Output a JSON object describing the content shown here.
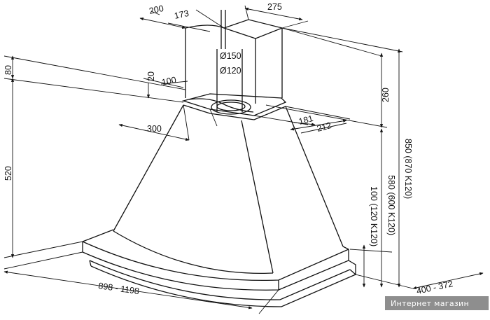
{
  "drawing": {
    "dimensions": {
      "chimney_depth_top": "200",
      "chimney_inner": "173",
      "chimney_width": "275",
      "duct_outer": "Ø150",
      "duct_inner": "Ø120",
      "top_offset": "80",
      "bracket_height": "20",
      "bracket_width": "100",
      "chimney_height": "260",
      "depth_300": "300",
      "depth_181": "181",
      "depth_212": "212",
      "hood_height": "520",
      "height_580": "580 (600 K120)",
      "height_850": "850 (870 K120)",
      "base_height": "100 (120 K120)",
      "width_range": "898 - 1198",
      "depth_range": "400 - 372"
    },
    "watermark": "Интернет магазин"
  },
  "colors": {
    "line": "#111111",
    "background": "#ffffff",
    "watermark_bg": "#7a7a7a"
  }
}
